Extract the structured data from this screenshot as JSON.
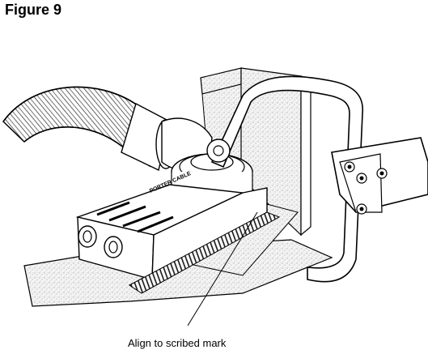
{
  "figure": {
    "title": "Figure 9",
    "caption": "Align to scribed mark",
    "jig_brand": "PORTER CABLE"
  }
}
